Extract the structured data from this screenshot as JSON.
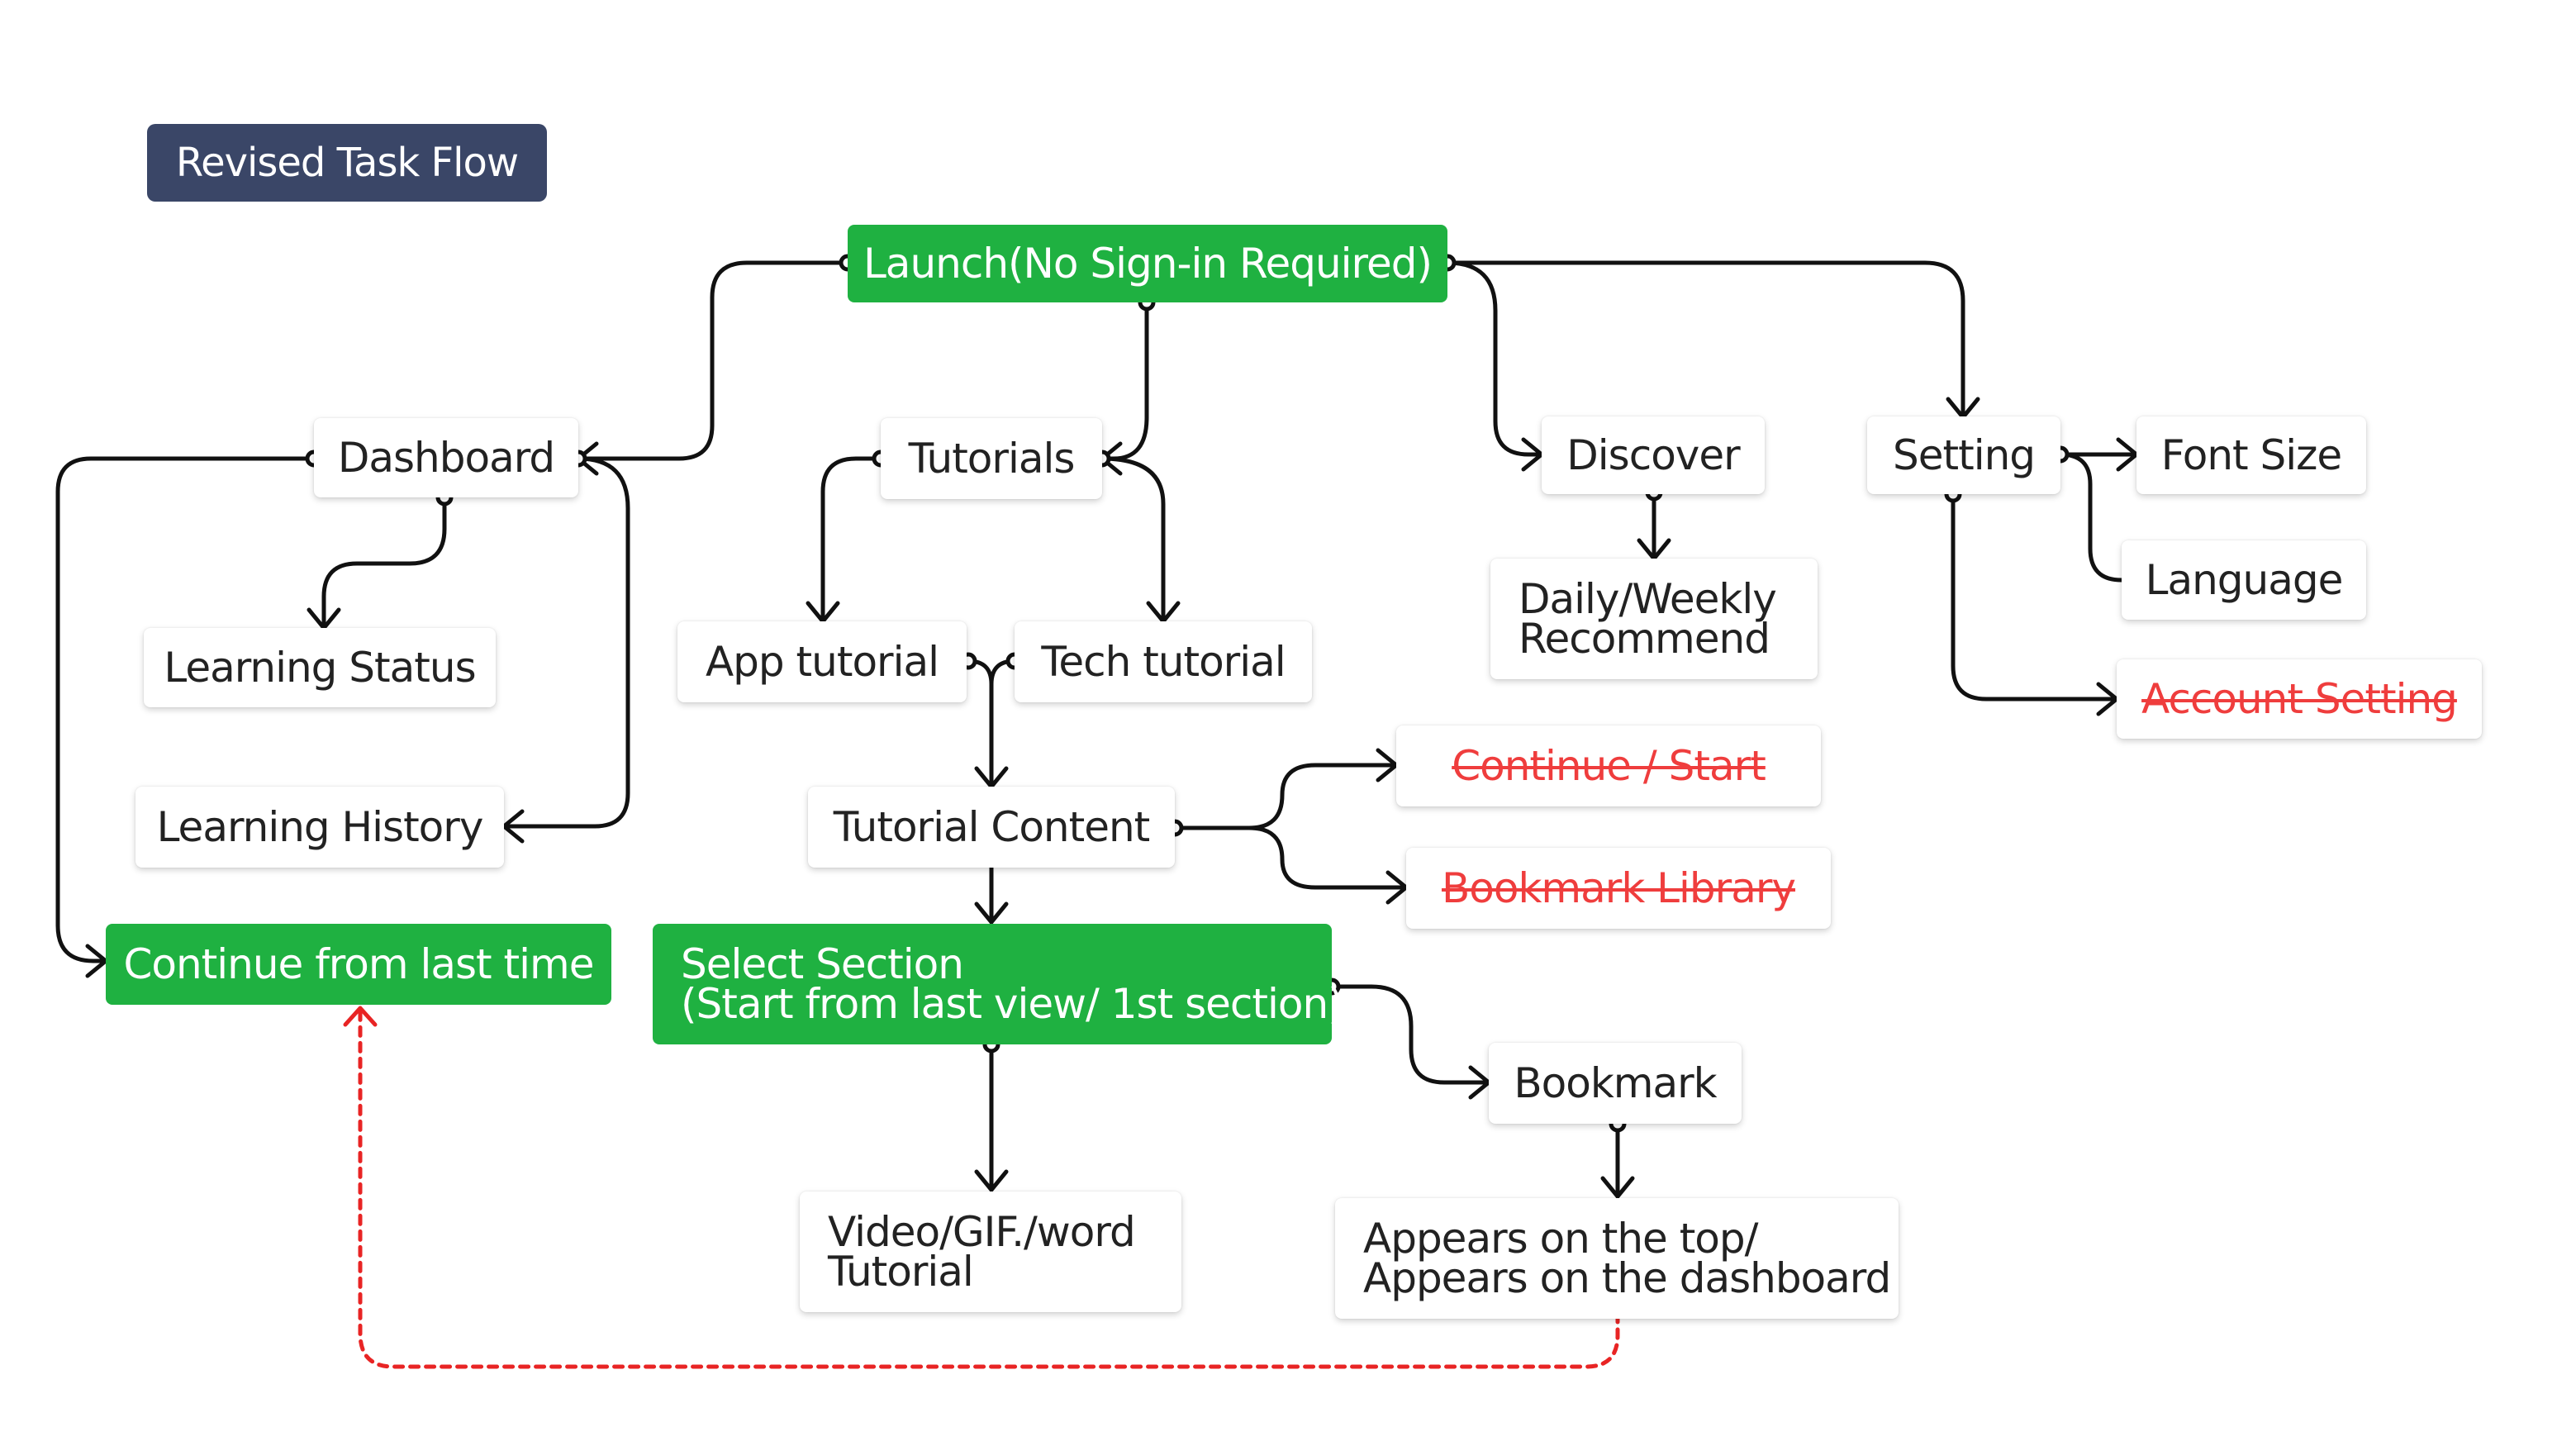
{
  "title": "Revised Task Flow",
  "nodes": {
    "launch": "Launch(No Sign-in Required)",
    "dashboard": "Dashboard",
    "tutorials": "Tutorials",
    "discover": "Discover",
    "setting": "Setting",
    "font_size": "Font Size",
    "language": "Language",
    "account_setting": "Account Setting",
    "learning_status": "Learning Status",
    "learning_history": "Learning History",
    "continue_last": "Continue from last time",
    "app_tutorial": "App tutorial",
    "tech_tutorial": "Tech tutorial",
    "daily_weekly": [
      "Daily/Weekly",
      "Recommend"
    ],
    "tutorial_content": "Tutorial Content",
    "continue_start": "Continue / Start",
    "bookmark_library": "Bookmark Library",
    "select_section": [
      "Select Section",
      "(Start from last view/ 1st section)"
    ],
    "bookmark": "Bookmark",
    "media_tutorial": [
      "Video/GIF./word",
      "Tutorial"
    ],
    "appears": [
      "Appears on the top/",
      "Appears on the dashboard"
    ]
  },
  "colors": {
    "highlight": "#1fb141",
    "struck": "#ef3d3d",
    "title_bg": "#3a4667",
    "connector": "#111111",
    "dashed_link": "#e82424"
  }
}
